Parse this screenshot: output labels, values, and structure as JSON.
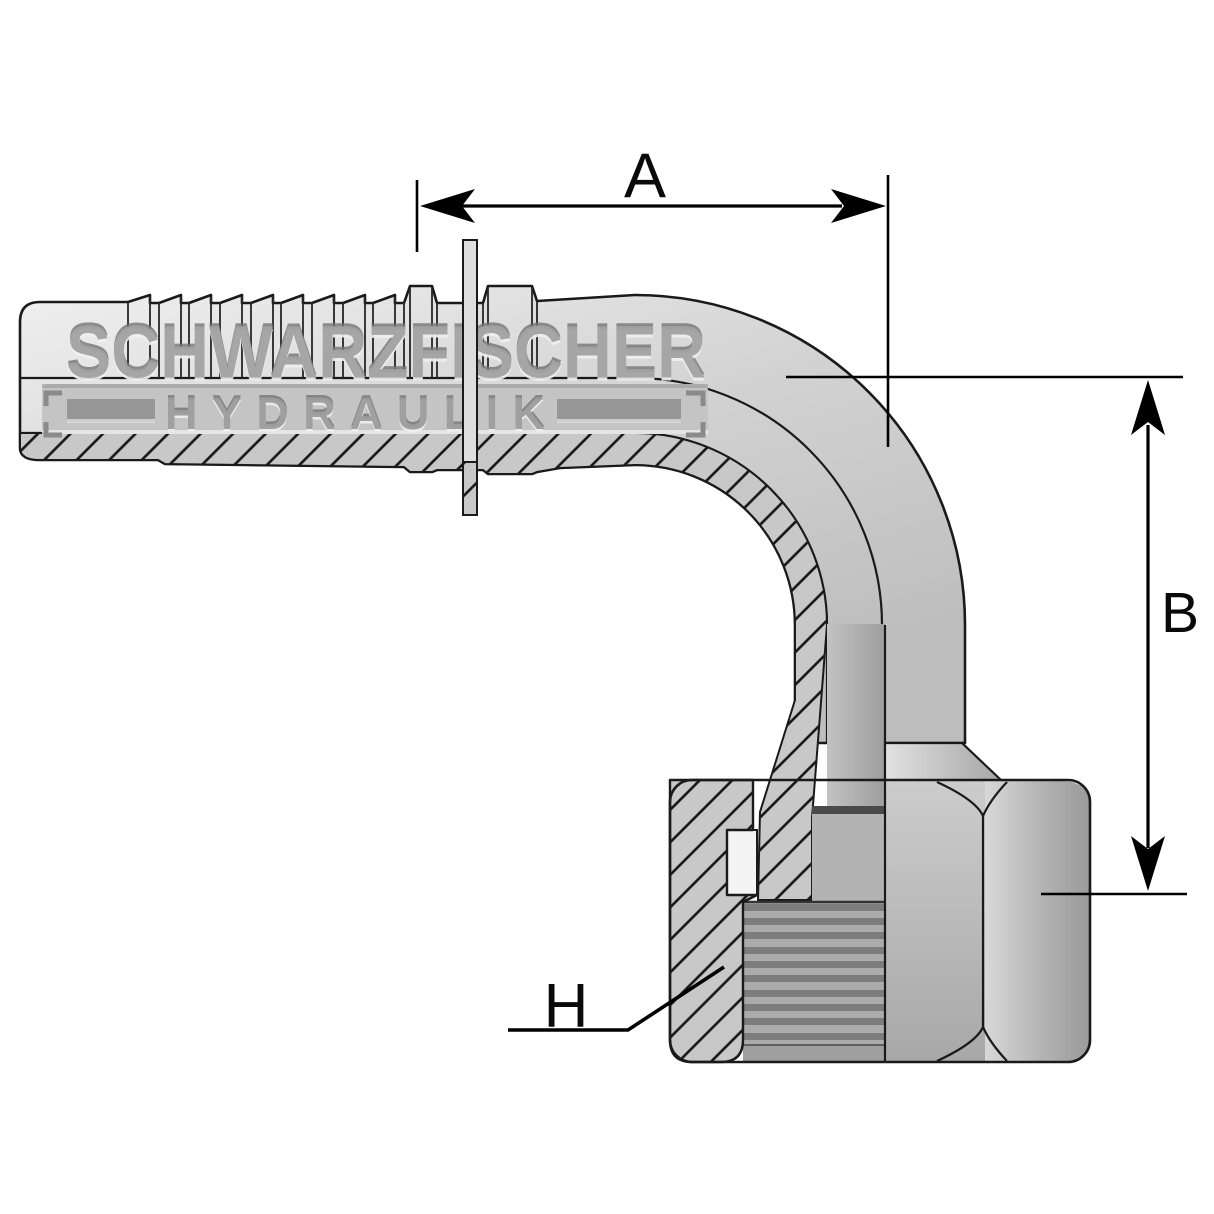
{
  "title": "Technical drawing - 90 degree elbow hydraulic hose fitting, half section",
  "watermark": {
    "line1": "SCHWARZFISCHER",
    "line2": "HYDRAULIK"
  },
  "dimension_labels": {
    "a": "A",
    "b": "B",
    "h": "H"
  },
  "colors": {
    "background": "#ffffff",
    "outline": "#1a1a1a",
    "dimension_lines": "#000000",
    "body_light": "#efefef",
    "body_mid": "#c9c9c9",
    "body_dark": "#a6a6a6",
    "thread_light": "#ababab",
    "thread_dark": "#7d7d7d",
    "watermark_letters": "#a3a3a3",
    "hatch": "#161616"
  }
}
